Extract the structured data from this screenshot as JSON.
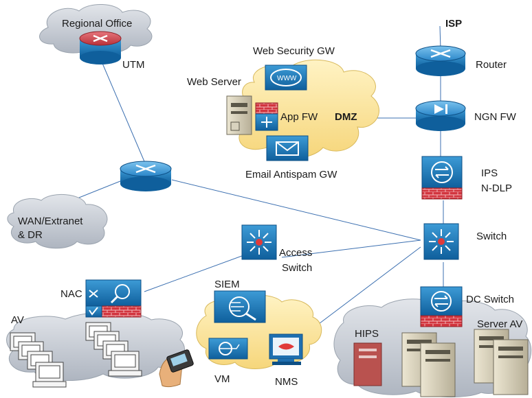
{
  "labels": {
    "regional_office": "Regional Office",
    "utm": "UTM",
    "web_security_gw": "Web Security GW",
    "web_server": "Web Server",
    "app_fw": "App FW",
    "dmz": "DMZ",
    "email_antispam_gw": "Email Antispam GW",
    "isp": "ISP",
    "router": "Router",
    "ngn_fw": "NGN FW",
    "ips": "IPS",
    "n_dlp": "N-DLP",
    "wan_extranet": "WAN/Extranet",
    "dr": "& DR",
    "access": "Access",
    "switch_word": "Switch",
    "switch": "Switch",
    "nac": "NAC",
    "siem": "SIEM",
    "dc_switch": "DC Switch",
    "av": "AV",
    "hips": "HIPS",
    "server_av": "Server AV",
    "vm": "VM",
    "nms": "NMS"
  },
  "colors": {
    "device_blue": "#1f7fbf",
    "device_dark": "#0d4f85",
    "firewall_red": "#d2343e",
    "cloud_gray": "#c9ced6",
    "cloud_yellow": "#fde9a8",
    "link_blue": "#3b6fb0"
  },
  "icons": [
    "router-icon",
    "firewall-icon",
    "switch-icon",
    "server-icon",
    "workstation-icon",
    "pda-icon"
  ]
}
